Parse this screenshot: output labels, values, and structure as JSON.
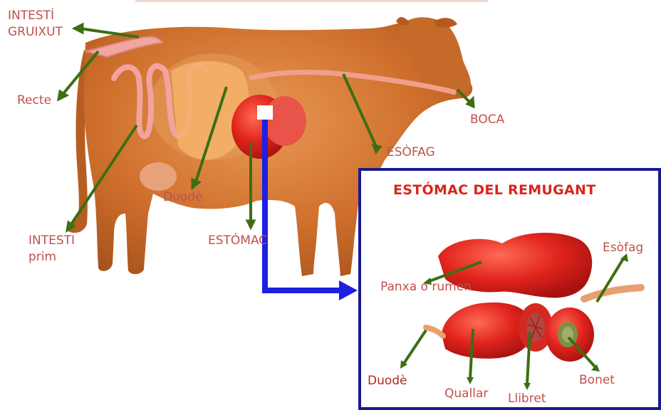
{
  "labels": {
    "intesti_gruixut": "INTESTÍ GRUIXUT",
    "intesti_gruixut_l1": "INTESTÍ",
    "intesti_gruixut_l2": "GRUIXUT",
    "recte": "Recte",
    "duode_cow": "Duodè",
    "intesti_prim_l1": "INTESTI",
    "intesti_prim_l2": "prim",
    "estomac": "ESTÓMAC",
    "esofag_cow": "ESÒFAG",
    "boca": "BOCA"
  },
  "inset": {
    "title": "ESTÓMAC DEL REMUGANT",
    "labels": {
      "esofag": "Esòfag",
      "panxa_rumen": "Panxa o rumen",
      "duode": "Duodè",
      "quallar": "Quallar",
      "llibret": "Llibret",
      "bonet": "Bonet"
    }
  },
  "colors": {
    "label": "#c0504d",
    "title": "#d8261c",
    "pointer": "#3c6e12",
    "arrow": "#1f1fe0",
    "inset_border": "#1a1a8c",
    "cow": "#c9692a",
    "organ": "#d8201e"
  }
}
